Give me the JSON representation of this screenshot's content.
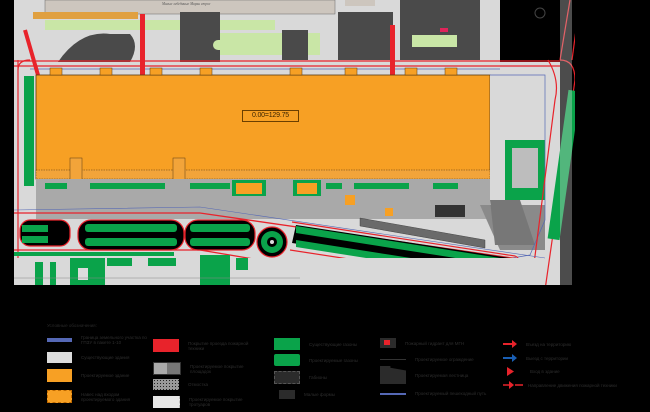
{
  "plan": {
    "building_elevation": "0.00=129.75",
    "existing_building_caption": "Малые лебединые Марьи строе",
    "colors": {
      "background": "#000000",
      "building": "#f7a024",
      "existing_building": "#cdc6be",
      "lawn": "#0aa34a",
      "light_lawn": "#c9e6a6",
      "fire_lane": "#e8232b",
      "boundary": "#5568b5",
      "paving": "#a9a9a9",
      "pavement_light": "#dcdcdc"
    }
  },
  "legend": {
    "title": "Условные обозначения:",
    "items": [
      {
        "id": "boundary",
        "label": "Граница земельного участка по ГПЗУ в пакете 1-10",
        "swatch": "blue-line"
      },
      {
        "id": "existing",
        "label": "Существующие здания",
        "swatch": "light-gray-box"
      },
      {
        "id": "designed",
        "label": "Проектируемое здание",
        "swatch": "orange-box"
      },
      {
        "id": "canopy",
        "label": "Навес над входом проектируемого здания",
        "swatch": "orange-dashed-box"
      },
      {
        "id": "fire-lane",
        "label": "Покрытие проезда пожарной техники",
        "swatch": "red-box"
      },
      {
        "id": "pave-tile",
        "label": "Проектируемое покрытие площадок",
        "swatch": "gray-tile-box"
      },
      {
        "id": "gravel",
        "label": "Отмостка",
        "swatch": "dotted-box"
      },
      {
        "id": "pave-light",
        "label": "Проектируемое покрытие тротуаров",
        "swatch": "light-tile-box"
      },
      {
        "id": "lawn-existing",
        "label": "Существующие газоны",
        "swatch": "green-box"
      },
      {
        "id": "lawn-new",
        "label": "Проектируемые газоны",
        "swatch": "green-rounded-box"
      },
      {
        "id": "gabion",
        "label": "Габионы",
        "swatch": "dark-dashed-box"
      },
      {
        "id": "bench",
        "label": "Малые формы",
        "swatch": "bench-box"
      },
      {
        "id": "hydrant",
        "label": "Пожарный гидрант для МГН",
        "swatch": "hydrant-icon"
      },
      {
        "id": "fence",
        "label": "Проектируемое ограждение",
        "swatch": "black-line"
      },
      {
        "id": "stairs",
        "label": "Проектируемая лестница",
        "swatch": "stairs-icon"
      },
      {
        "id": "route",
        "label": "Проектируемый пешеходный путь",
        "swatch": "blue-arrow-line"
      },
      {
        "id": "entry-vehicle",
        "label": "Въезд на территорию",
        "swatch": "red-arrow"
      },
      {
        "id": "exit-vehicle",
        "label": "Выезд с территории",
        "swatch": "blue-arrow"
      },
      {
        "id": "entry-building",
        "label": "Вход в здание",
        "swatch": "red-small-arrow"
      },
      {
        "id": "fire-route",
        "label": "Направление движения пожарной техники",
        "swatch": "red-dash-arrow"
      }
    ]
  }
}
